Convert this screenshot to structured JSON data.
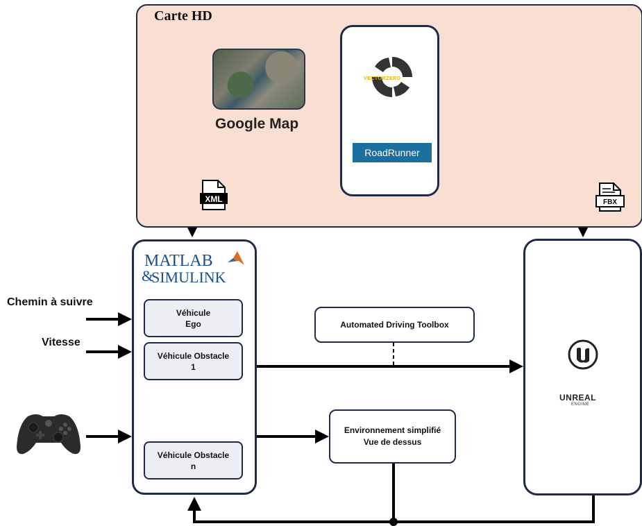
{
  "hd_map": {
    "title": "Carte HD"
  },
  "google_map": {
    "label": "Google Map"
  },
  "roadrunner": {
    "vendor": "VECTORZERO",
    "product": "RoadRunner"
  },
  "formats": {
    "xml": "XML",
    "fbx": "FBX"
  },
  "matlab": {
    "logo_line1": "MATLAB",
    "logo_amp": "&",
    "logo_line2": "SIMULINK",
    "vehicles": {
      "ego": {
        "line1": "Véhicule",
        "line2": "Ego"
      },
      "obstacle_1": {
        "line1": "Véhicule Obstacle",
        "line2": "1"
      },
      "obstacle_n": {
        "line1": "Véhicule Obstacle",
        "line2": "n"
      }
    }
  },
  "inputs": {
    "path": "Chemin à suivre",
    "speed": "Vitesse"
  },
  "toolbox": {
    "label": "Automated Driving Toolbox"
  },
  "environment": {
    "line1": "Environnement simplifié",
    "line2": "Vue de dessus"
  },
  "unreal": {
    "name": "UNREAL",
    "sub": "ENGINE"
  },
  "colors": {
    "hd_background": "#f9ded2",
    "border": "#1f2a44",
    "roadrunner_blue": "#1b6f9f",
    "matlab_blue": "#1a4f8a"
  }
}
